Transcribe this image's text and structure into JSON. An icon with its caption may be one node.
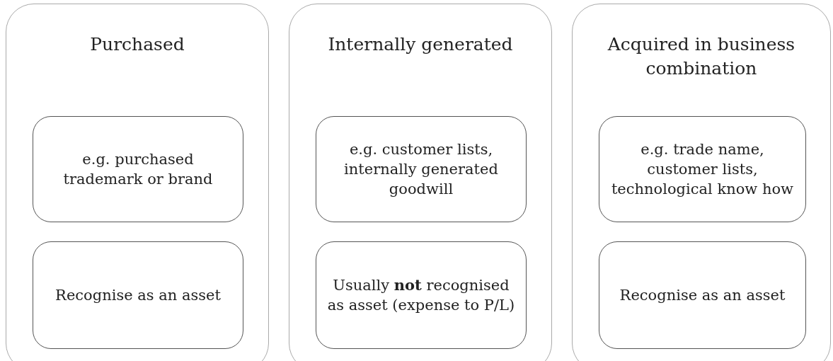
{
  "diagram": {
    "nodes": [
      {
        "text": [
          "Purchased"
        ]
      },
      {
        "text": [
          "e.g. purchased trademark or brand"
        ],
        "in": 0
      },
      {
        "text": [
          "Recognise  as an asset"
        ],
        "in": 0
      },
      {
        "text": [
          "Internally generated"
        ]
      },
      {
        "text": [
          "e.g. customer lists, internally generated goodwill"
        ],
        "in": 3
      },
      {
        "text": [
          "Usually **not** recognised as asset (expense to P/L)"
        ],
        "in": 3
      },
      {
        "text": [
          "Acquired in business combination"
        ]
      },
      {
        "text": [
          "e.g. trade name, customer lists, technological know how"
        ],
        "in": 6
      },
      {
        "text": [
          "Recognise as an asset"
        ],
        "in": 6
      }
    ],
    "edges": []
  }
}
